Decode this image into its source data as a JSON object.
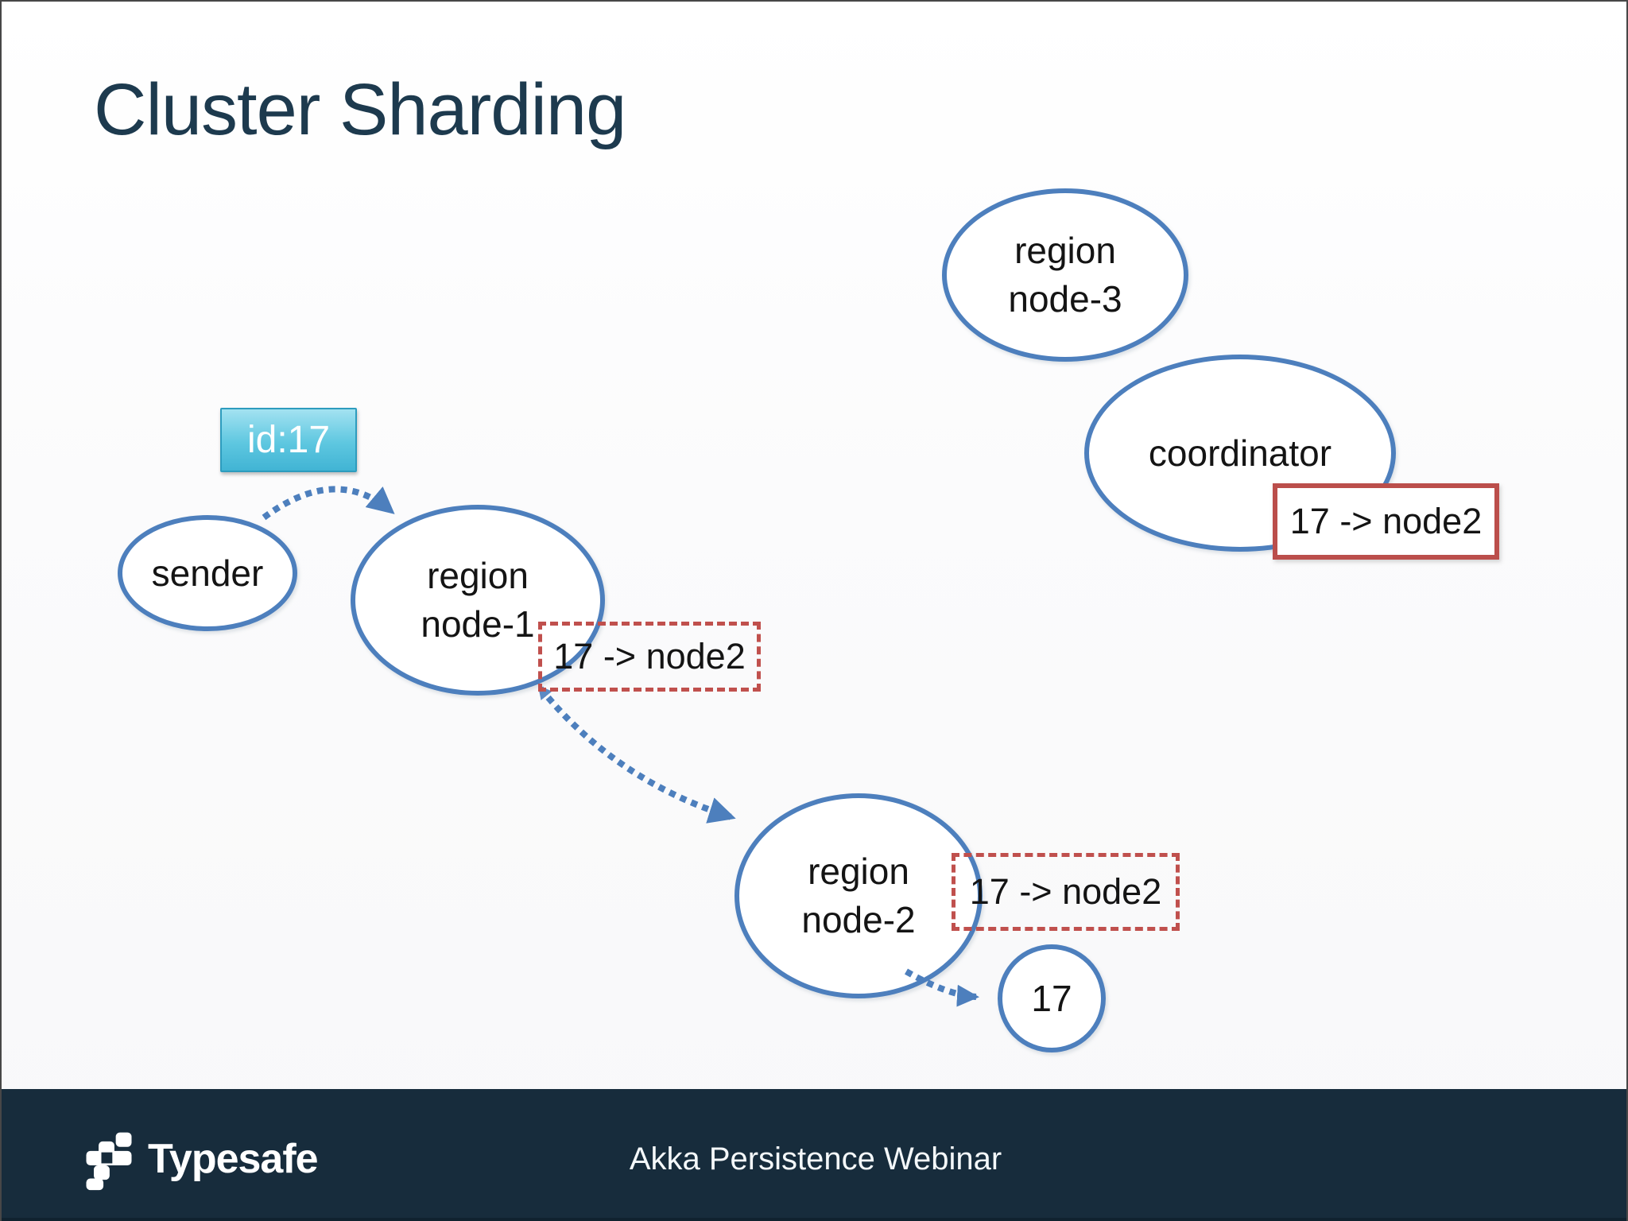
{
  "slide": {
    "title": "Cluster Sharding",
    "title_color": "#1d3a4e",
    "background": "#fbfbfc",
    "accent_blue": "#4d7fbd",
    "accent_red": "#c0504d",
    "id_box_color": "#41b4d4"
  },
  "diagram": {
    "nodes": {
      "region_node3": {
        "line1": "region",
        "line2": "node-3"
      },
      "coordinator": {
        "label": "coordinator"
      },
      "sender": {
        "label": "sender"
      },
      "region_node1": {
        "line1": "region",
        "line2": "node-1"
      },
      "region_node2": {
        "line1": "region",
        "line2": "node-2"
      },
      "entity_17": {
        "label": "17"
      }
    },
    "labels": {
      "message_id": "id:17",
      "coordinator_mapping": "17 -> node2",
      "node1_mapping": "17 -> node2",
      "node2_mapping": "17 -> node2"
    },
    "arrows": [
      {
        "name": "sender-to-region-node1",
        "style": "dotted-blue"
      },
      {
        "name": "region-node1-to-region-node2",
        "style": "dotted-blue"
      },
      {
        "name": "region-node2-to-entity-17",
        "style": "dotted-blue"
      }
    ]
  },
  "footer": {
    "brand": "Typesafe",
    "caption": "Akka Persistence Webinar",
    "background": "#172c3c",
    "logo_icon": "typesafe-logo"
  }
}
